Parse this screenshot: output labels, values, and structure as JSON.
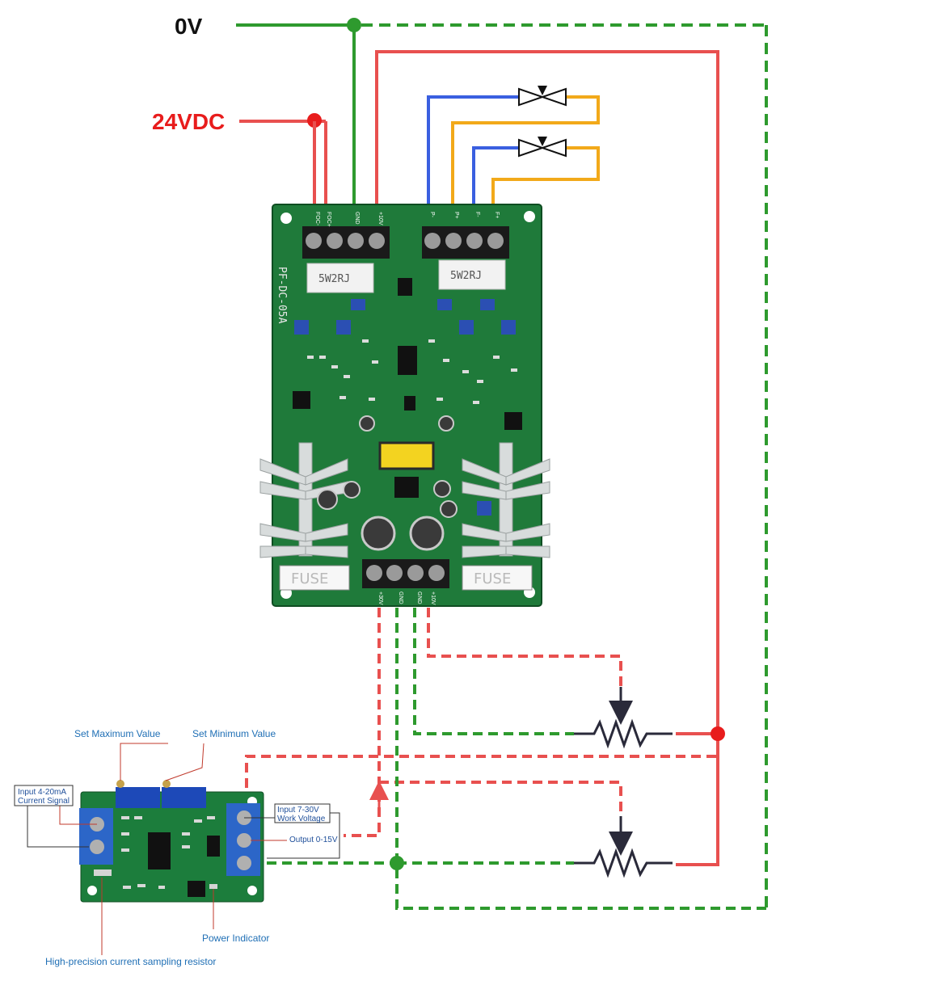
{
  "labels": {
    "zero_v": "0V",
    "supply": "24VDC"
  },
  "main_board": {
    "top_left_pins": [
      "FOC-",
      "FOC+",
      "GND",
      "+10V"
    ],
    "top_right_pins": [
      "P-",
      "P+",
      "F-",
      "F+"
    ],
    "bottom_pins": [
      "+30V",
      "GND",
      "GND",
      "+10V"
    ],
    "resistor_marking": "5W2RJ",
    "board_marking": "PF-DC-05A",
    "fuse_marking": "FUSE"
  },
  "module": {
    "set_max": "Set Maximum Value",
    "set_min": "Set Minimum Value",
    "input_signal": [
      "Input 4-20mA",
      "Current Signal"
    ],
    "work_voltage": [
      "Input 7-30V",
      "Work Voltage"
    ],
    "output": "Output 0-15V",
    "power_indicator": "Power Indicator",
    "sampling_resistor": "High-precision current sampling resistor"
  },
  "colors": {
    "green_wire": "#2e9a2e",
    "red_wire": "#e8504f",
    "blue_wire": "#3a5fe0",
    "orange_wire": "#f2a91a",
    "pcb": "#1f7a3a",
    "label_red": "#e81c1c",
    "callout_blue": "#1f6fb5"
  },
  "icons": [
    "valve-icon",
    "potentiometer-icon",
    "junction-dot-icon"
  ]
}
